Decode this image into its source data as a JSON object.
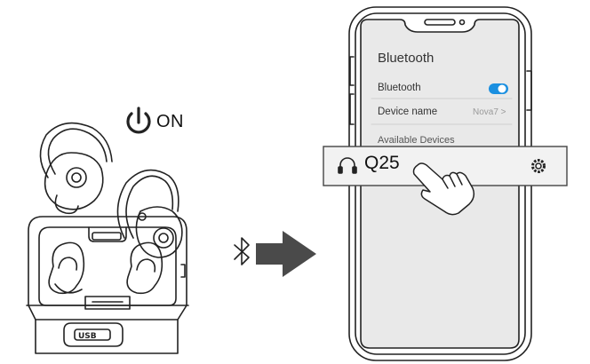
{
  "power": {
    "label": "ON",
    "icon": "power-icon"
  },
  "connection": {
    "bluetooth_icon": "bluetooth-icon",
    "arrow_icon": "arrow-right-icon"
  },
  "phone": {
    "screen_title": "Bluetooth",
    "bluetooth_row": {
      "label": "Bluetooth",
      "toggle_on": true,
      "toggle_color": "#1a8fe0"
    },
    "device_name_row": {
      "label": "Device name",
      "value": "Nova7 >"
    },
    "available_devices_label": "Available Devices",
    "popup": {
      "device_label": "Q25",
      "headphone_icon": "headphones-icon",
      "settings_icon": "gear-icon",
      "pointer_icon": "hand-pointer-icon"
    }
  }
}
